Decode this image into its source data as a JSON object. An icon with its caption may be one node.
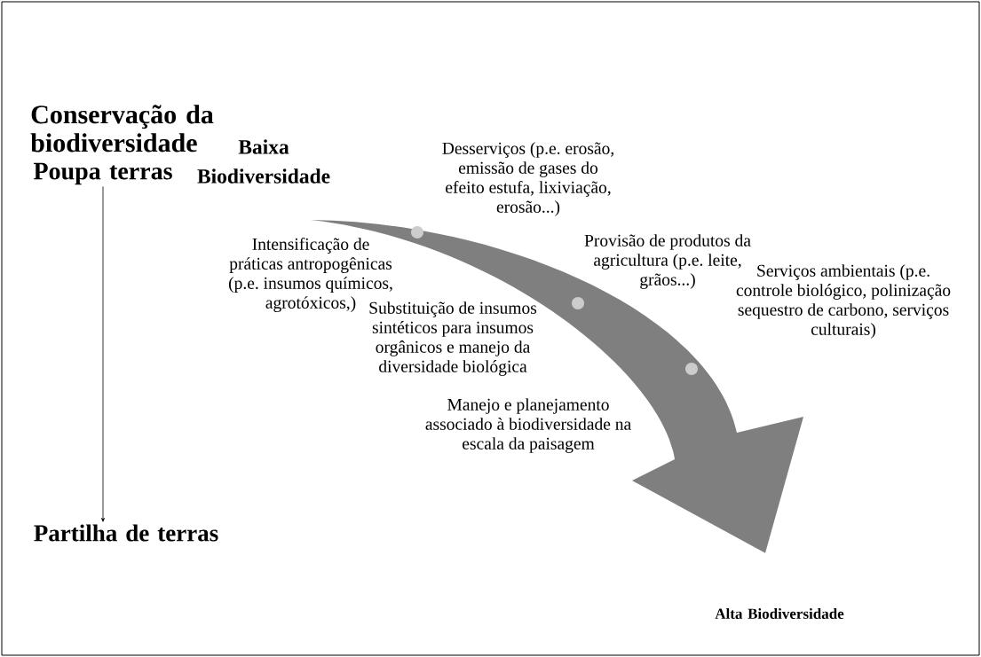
{
  "diagram": {
    "title": "Conservação da biodiversidade",
    "nodes": [
      {
        "text": [
          "Baixa Biodiversidade"
        ]
      },
      {
        "text": [
          "Alta Biodiversidade"
        ]
      },
      {
        "text": [
          "Poupa terras"
        ]
      },
      {
        "text": [
          "Partilha de terras"
        ]
      }
    ],
    "edges": [
      {
        "from": 0,
        "to": 1,
        "arrow": "to",
        "style": "thick",
        "color": "#7f7f7f"
      },
      {
        "from": 2,
        "to": 3,
        "arrow": "to"
      }
    ],
    "labels": [
      "Desserviços (p.e. erosão, emissão de gases do efeito estufa, lixiviação, erosão...)",
      "Intensificação de práticas antropogênicas (p.e. insumos químicos, agrotóxicos,)",
      "Provisão de produtos da agricultura (p.e. leite, grãos...)",
      "Substituição de insumos sintéticos para insumos orgânicos e manejo da diversidade biológica",
      "Serviços ambientais (p.e. controle biológico, polinização sequestro de carbono, serviços culturais)",
      "Manejo e planejamento associado à biodiversidade na escala da paisagem"
    ]
  }
}
